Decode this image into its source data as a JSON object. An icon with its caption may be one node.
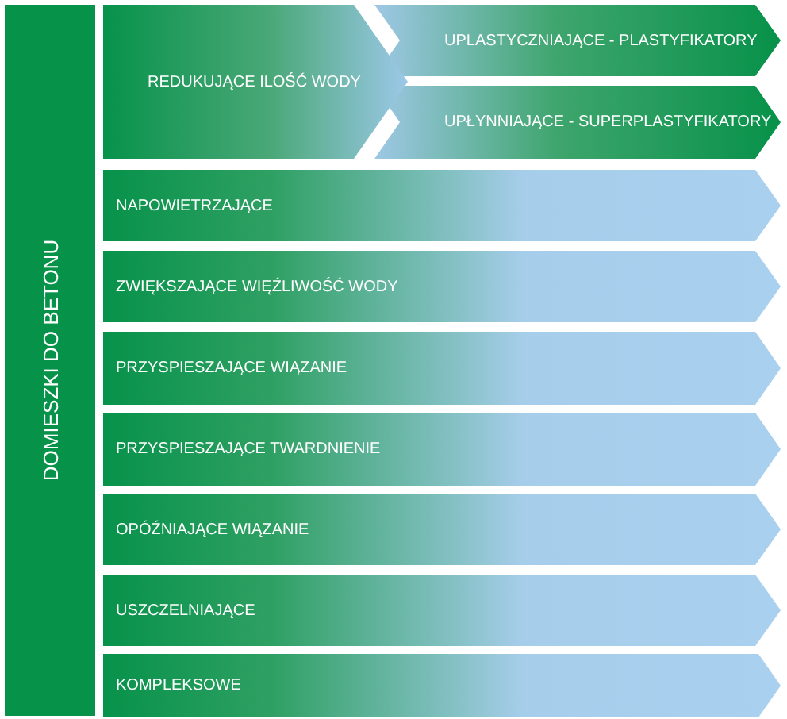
{
  "diagram": {
    "nodes": [
      {
        "text": [
          "DOMIESZKI DO BETONU"
        ]
      },
      {
        "text": [
          "REDUKUJĄCE ILOŚĆ WODY"
        ]
      },
      {
        "text": [
          "UPLASTYCZNIAJĄCE - PLASTYFIKATORY"
        ]
      },
      {
        "text": [
          "UPŁYNNIAJĄCE - SUPERPLASTYFIKATORY"
        ]
      },
      {
        "text": [
          "NAPOWIETRZAJĄCE"
        ]
      },
      {
        "text": [
          "ZWIĘKSZAJĄCE WIĘŹLIWOŚĆ WODY"
        ]
      },
      {
        "text": [
          "PRZYSPIESZAJĄCE WIĄZANIE"
        ]
      },
      {
        "text": [
          "PRZYSPIESZAJĄCE TWARDNIENIE"
        ]
      },
      {
        "text": [
          "OPÓŹNIAJĄCE WIĄZANIE"
        ]
      },
      {
        "text": [
          "USZCZELNIAJĄCE"
        ]
      },
      {
        "text": [
          "KOMPLEKSOWE"
        ]
      }
    ]
  }
}
